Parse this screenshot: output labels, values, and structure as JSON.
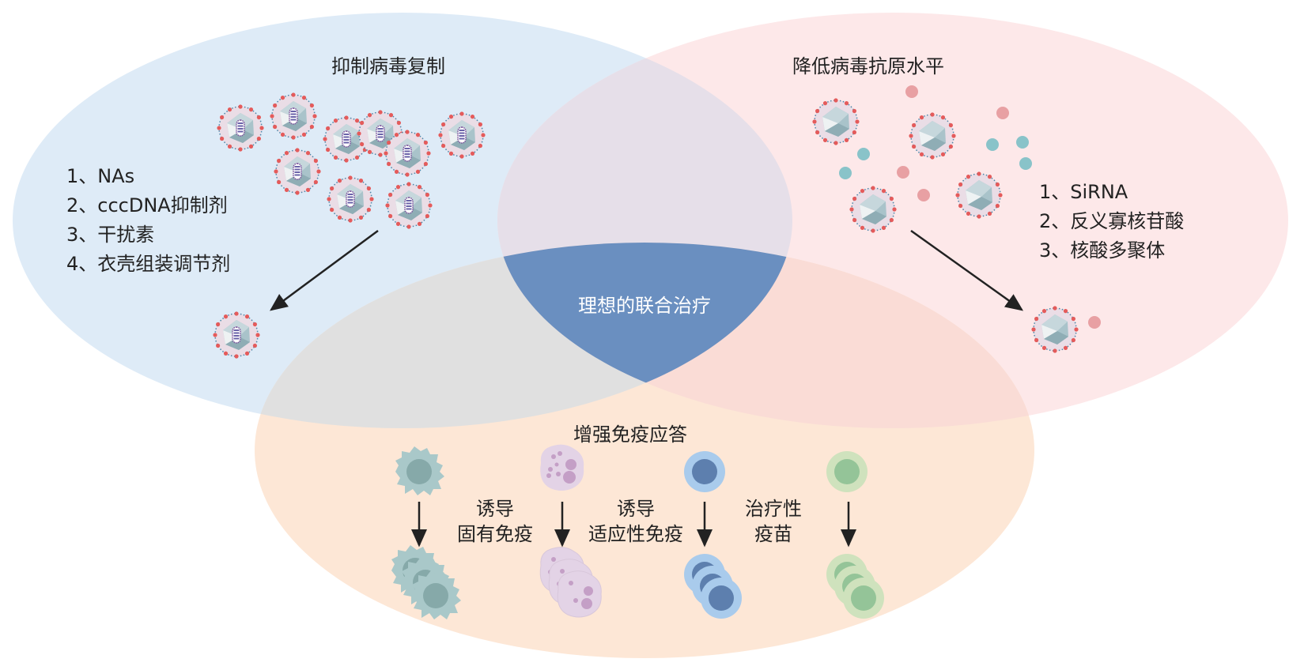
{
  "colors": {
    "blue_circle": "#deebf7",
    "pink_circle": "#fde8e9",
    "orange_circle": "#fde7d6",
    "center": "#6a8fc0",
    "blue_pink_overlap": "#e6dfe9",
    "blue_orange_overlap": "#e0e0e0",
    "pink_orange_overlap": "#fadcd6"
  },
  "circles": {
    "suppress": {
      "title": "抑制病毒复制",
      "items": [
        "1、NAs",
        "2、cccDNA抑制剂",
        "3、干扰素",
        "4、衣壳组装调节剂"
      ]
    },
    "antigen": {
      "title": "降低病毒抗原水平",
      "items": [
        "1、SiRNA",
        "2、反义寡核苷酸",
        "3、核酸多聚体"
      ]
    },
    "immune": {
      "title": "增强免疫应答",
      "labels": [
        {
          "line1": "诱导",
          "line2": "固有免疫"
        },
        {
          "line1": "诱导",
          "line2": "适应性免疫"
        },
        {
          "line1": "治疗性",
          "line2": "疫苗"
        }
      ],
      "cells": [
        "dendritic-cell",
        "granulocyte",
        "b-lymphocyte",
        "t-lymphocyte"
      ]
    }
  },
  "center_label": "理想的联合治疗",
  "icons": {
    "virus": "hbv-virion-icon",
    "antigen_dot": "antigen-particle-icon"
  }
}
